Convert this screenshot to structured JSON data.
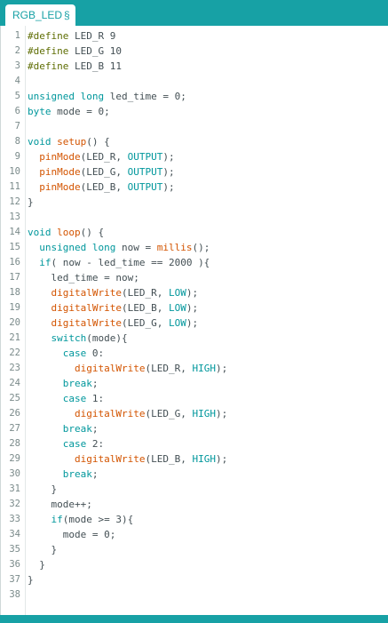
{
  "tab": {
    "title": "RGB_LED",
    "mark": "§"
  },
  "colors": {
    "accent": "#17a1a5",
    "keyword": "#00979c",
    "function": "#d35400",
    "preprocessor": "#5e6d03",
    "text": "#434f54",
    "line_number": "#7a8a8a"
  },
  "code_lines": [
    [
      [
        "pre",
        "#define"
      ],
      [
        "plain",
        " LED_R 9"
      ]
    ],
    [
      [
        "pre",
        "#define"
      ],
      [
        "plain",
        " LED_G 10"
      ]
    ],
    [
      [
        "pre",
        "#define"
      ],
      [
        "plain",
        " LED_B 11"
      ]
    ],
    [],
    [
      [
        "kw",
        "unsigned"
      ],
      [
        "plain",
        " "
      ],
      [
        "kw",
        "long"
      ],
      [
        "plain",
        " led_time = 0;"
      ]
    ],
    [
      [
        "kw",
        "byte"
      ],
      [
        "plain",
        " mode = 0;"
      ]
    ],
    [],
    [
      [
        "kw",
        "void"
      ],
      [
        "plain",
        " "
      ],
      [
        "fn",
        "setup"
      ],
      [
        "plain",
        "() {"
      ]
    ],
    [
      [
        "plain",
        "  "
      ],
      [
        "fn",
        "pinMode"
      ],
      [
        "plain",
        "(LED_R, "
      ],
      [
        "const",
        "OUTPUT"
      ],
      [
        "plain",
        ");"
      ]
    ],
    [
      [
        "plain",
        "  "
      ],
      [
        "fn",
        "pinMode"
      ],
      [
        "plain",
        "(LED_G, "
      ],
      [
        "const",
        "OUTPUT"
      ],
      [
        "plain",
        ");"
      ]
    ],
    [
      [
        "plain",
        "  "
      ],
      [
        "fn",
        "pinMode"
      ],
      [
        "plain",
        "(LED_B, "
      ],
      [
        "const",
        "OUTPUT"
      ],
      [
        "plain",
        ");"
      ]
    ],
    [
      [
        "plain",
        "}"
      ]
    ],
    [],
    [
      [
        "kw",
        "void"
      ],
      [
        "plain",
        " "
      ],
      [
        "fn",
        "loop"
      ],
      [
        "plain",
        "() {"
      ]
    ],
    [
      [
        "plain",
        "  "
      ],
      [
        "kw",
        "unsigned"
      ],
      [
        "plain",
        " "
      ],
      [
        "kw",
        "long"
      ],
      [
        "plain",
        " now = "
      ],
      [
        "fn",
        "millis"
      ],
      [
        "plain",
        "();"
      ]
    ],
    [
      [
        "plain",
        "  "
      ],
      [
        "kw",
        "if"
      ],
      [
        "plain",
        "( now - led_time == 2000 ){"
      ]
    ],
    [
      [
        "plain",
        "    led_time = now;"
      ]
    ],
    [
      [
        "plain",
        "    "
      ],
      [
        "fn",
        "digitalWrite"
      ],
      [
        "plain",
        "(LED_R, "
      ],
      [
        "const",
        "LOW"
      ],
      [
        "plain",
        ");"
      ]
    ],
    [
      [
        "plain",
        "    "
      ],
      [
        "fn",
        "digitalWrite"
      ],
      [
        "plain",
        "(LED_B, "
      ],
      [
        "const",
        "LOW"
      ],
      [
        "plain",
        ");"
      ]
    ],
    [
      [
        "plain",
        "    "
      ],
      [
        "fn",
        "digitalWrite"
      ],
      [
        "plain",
        "(LED_G, "
      ],
      [
        "const",
        "LOW"
      ],
      [
        "plain",
        ");"
      ]
    ],
    [
      [
        "plain",
        "    "
      ],
      [
        "kw",
        "switch"
      ],
      [
        "plain",
        "(mode){"
      ]
    ],
    [
      [
        "plain",
        "      "
      ],
      [
        "kw",
        "case"
      ],
      [
        "plain",
        " 0:"
      ]
    ],
    [
      [
        "plain",
        "        "
      ],
      [
        "fn",
        "digitalWrite"
      ],
      [
        "plain",
        "(LED_R, "
      ],
      [
        "const",
        "HIGH"
      ],
      [
        "plain",
        ");"
      ]
    ],
    [
      [
        "plain",
        "      "
      ],
      [
        "kw",
        "break"
      ],
      [
        "plain",
        ";"
      ]
    ],
    [
      [
        "plain",
        "      "
      ],
      [
        "kw",
        "case"
      ],
      [
        "plain",
        " 1:"
      ]
    ],
    [
      [
        "plain",
        "        "
      ],
      [
        "fn",
        "digitalWrite"
      ],
      [
        "plain",
        "(LED_G, "
      ],
      [
        "const",
        "HIGH"
      ],
      [
        "plain",
        ");"
      ]
    ],
    [
      [
        "plain",
        "      "
      ],
      [
        "kw",
        "break"
      ],
      [
        "plain",
        ";"
      ]
    ],
    [
      [
        "plain",
        "      "
      ],
      [
        "kw",
        "case"
      ],
      [
        "plain",
        " 2:"
      ]
    ],
    [
      [
        "plain",
        "        "
      ],
      [
        "fn",
        "digitalWrite"
      ],
      [
        "plain",
        "(LED_B, "
      ],
      [
        "const",
        "HIGH"
      ],
      [
        "plain",
        ");"
      ]
    ],
    [
      [
        "plain",
        "      "
      ],
      [
        "kw",
        "break"
      ],
      [
        "plain",
        ";"
      ]
    ],
    [
      [
        "plain",
        "    }"
      ]
    ],
    [
      [
        "plain",
        "    mode++;"
      ]
    ],
    [
      [
        "plain",
        "    "
      ],
      [
        "kw",
        "if"
      ],
      [
        "plain",
        "(mode >= 3){"
      ]
    ],
    [
      [
        "plain",
        "      mode = 0;"
      ]
    ],
    [
      [
        "plain",
        "    }"
      ]
    ],
    [
      [
        "plain",
        "  }"
      ]
    ],
    [
      [
        "plain",
        "}"
      ]
    ],
    []
  ]
}
